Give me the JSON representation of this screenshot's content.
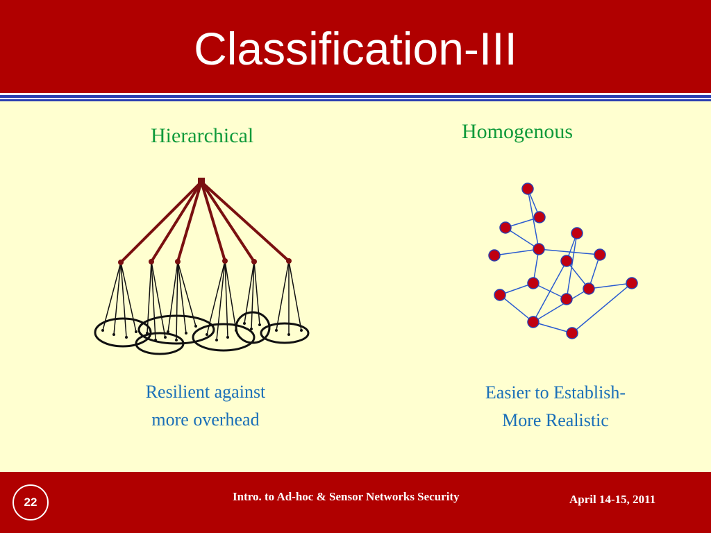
{
  "slide": {
    "title": "Classification-III",
    "left": {
      "heading": "Hierarchical",
      "caption_line1": "Resilient against",
      "caption_line2": "more overhead"
    },
    "right": {
      "heading": "Homogenous",
      "caption_line1": "Easier to Establish-",
      "caption_line2": "More Realistic"
    },
    "footer": {
      "page_number": "22",
      "course": "Intro. to Ad-hoc & Sensor Networks Security",
      "date": "April 14-15, 2011"
    }
  },
  "colors": {
    "header_red": "#b00000",
    "content_bg": "#ffffd0",
    "heading_green": "#0f9a3a",
    "caption_blue": "#1a6fb8",
    "node_red": "#c00010",
    "edge_blue": "#2a5bd0",
    "tree_maroon": "#7a1010"
  }
}
